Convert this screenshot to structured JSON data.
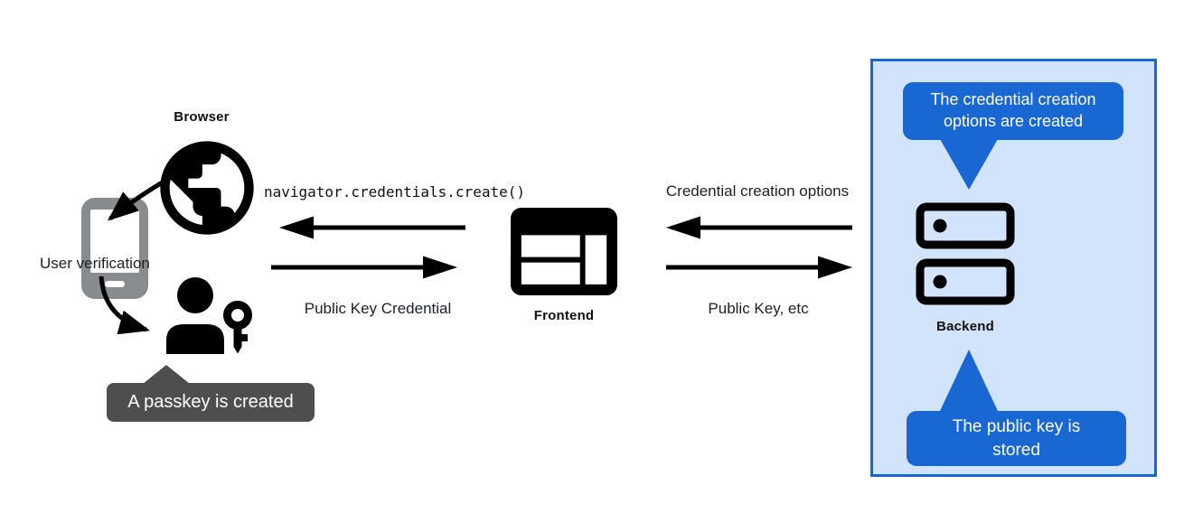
{
  "colors": {
    "blue": "#1967d2",
    "panel_bg": "#d2e3fc",
    "tooltip_bg": "#4e4e4e",
    "phone_gray": "#888c8f",
    "ink": "#000000",
    "text_light": "#ffffff",
    "label_text": "#202124"
  },
  "client": {
    "browser_label": "Browser",
    "user_verification_label": "User verification",
    "passkey_tooltip": "A passkey is created"
  },
  "frontend": {
    "label": "Frontend",
    "api_call": "navigator.credentials.create()",
    "return_value": "Public Key Credential"
  },
  "backend": {
    "label": "Backend",
    "request_label": "Credential creation options",
    "response_label": "Public Key, etc",
    "creation_callout_lines": [
      "The credential creation",
      "options are created"
    ],
    "stored_callout_lines": [
      "The public key is",
      "stored"
    ]
  },
  "icons": {
    "browser": "globe-icon",
    "device": "smartphone-icon",
    "user": "user-passkey-icon",
    "frontend": "browser-window-icon",
    "backend": "server-stack-icon"
  }
}
